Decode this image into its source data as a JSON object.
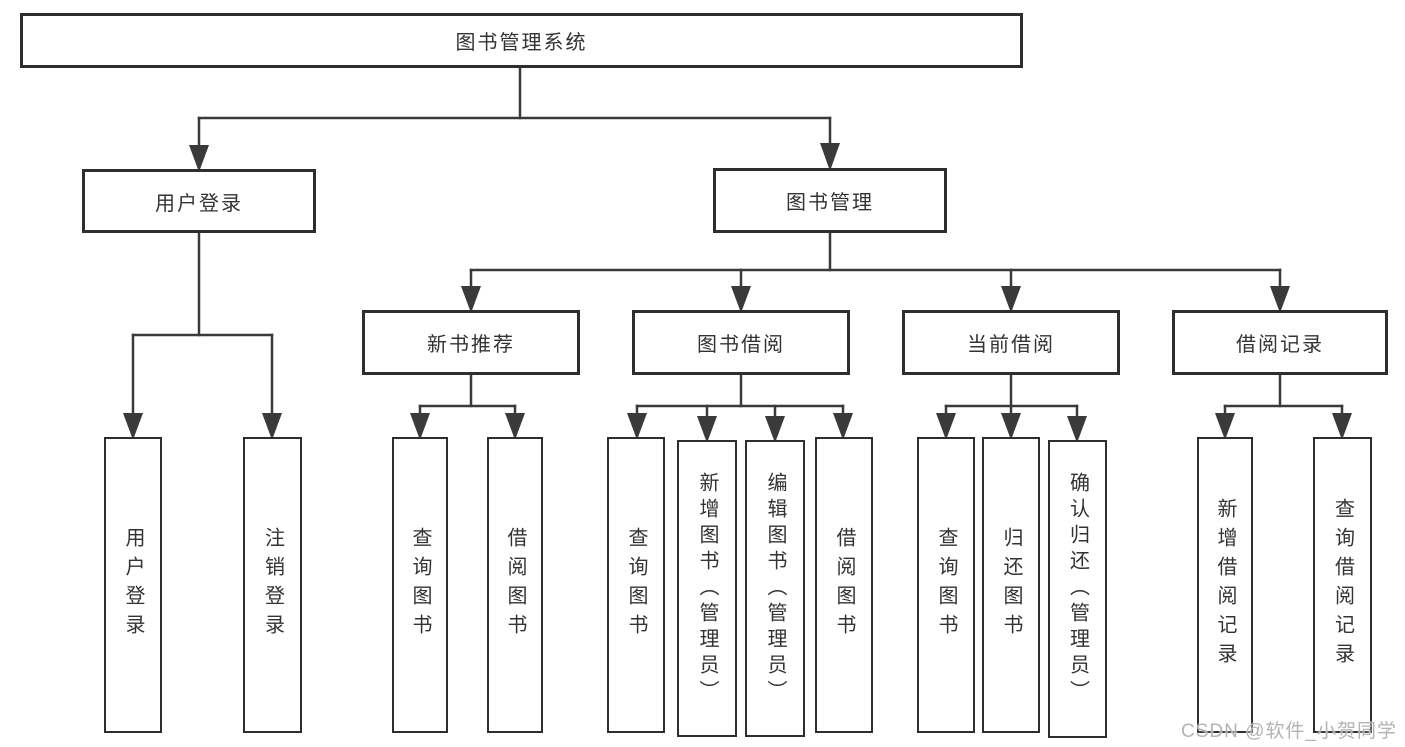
{
  "nodes": {
    "root": "图书管理系统",
    "user_login": "用户登录",
    "book_mgmt": "图书管理",
    "new_book_rec": "新书推荐",
    "book_borrow": "图书借阅",
    "current_borrow": "当前借阅",
    "borrow_records": "借阅记录",
    "leaf_user_login": "用户登录",
    "leaf_logout": "注销登录",
    "leaf_query_book_1": "查询图书",
    "leaf_borrow_book_1": "借阅图书",
    "leaf_query_book_2": "查询图书",
    "leaf_add_book": "新增图书（管理员）",
    "leaf_edit_book": "编辑图书（管理员）",
    "leaf_borrow_book_2": "借阅图书",
    "leaf_query_book_3": "查询图书",
    "leaf_return_book": "归还图书",
    "leaf_confirm_return": "确认归还（管理员）",
    "leaf_add_record": "新增借阅记录",
    "leaf_query_record": "查询借阅记录"
  },
  "hierarchy": {
    "图书管理系统": {
      "用户登录": [
        "用户登录",
        "注销登录"
      ],
      "图书管理": {
        "新书推荐": [
          "查询图书",
          "借阅图书"
        ],
        "图书借阅": [
          "查询图书",
          "新增图书（管理员）",
          "编辑图书（管理员）",
          "借阅图书"
        ],
        "当前借阅": [
          "查询图书",
          "归还图书",
          "确认归还（管理员）"
        ],
        "借阅记录": [
          "新增借阅记录",
          "查询借阅记录"
        ]
      }
    }
  },
  "watermark": "CSDN @软件_小贺同学",
  "colors": {
    "line": "#3a3a3a",
    "box_border": "#2e2e2e",
    "text": "#333333",
    "watermark": "#b3b3b3",
    "background": "#ffffff"
  }
}
